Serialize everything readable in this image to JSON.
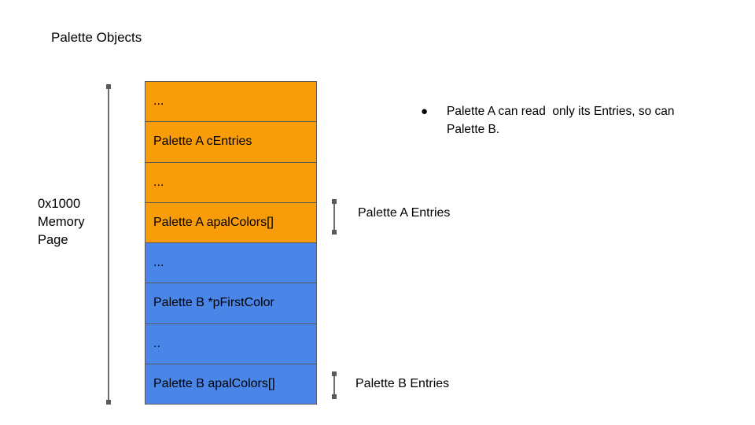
{
  "colors": {
    "orange": "#F99C09",
    "blue": "#4A86E8",
    "border": "#595959",
    "line": "#6E6E6E",
    "marker": "#5A5A5A",
    "text": "#000000",
    "background": "#FFFFFF"
  },
  "title": {
    "text": "Palette Objects"
  },
  "memory_page": {
    "label": "0x1000\nMemory\nPage"
  },
  "memory_table": {
    "rows": [
      {
        "label": "...",
        "palette": "A"
      },
      {
        "label": "Palette A cEntries",
        "palette": "A"
      },
      {
        "label": "...",
        "palette": "A"
      },
      {
        "label": "Palette A apalColors[]",
        "palette": "A"
      },
      {
        "label": "...",
        "palette": "B"
      },
      {
        "label": "Palette B *pFirstColor",
        "palette": "B"
      },
      {
        "label": "..",
        "palette": "B"
      },
      {
        "label": "Palette B apalColors[]",
        "palette": "B"
      }
    ]
  },
  "annotations": {
    "palette_a_entries": "Palette A Entries",
    "palette_b_entries": "Palette B Entries"
  },
  "notes": {
    "bullet_glyph": "●",
    "line1": "Palette A can read  only its Entries, so can",
    "line2": "Palette B."
  }
}
